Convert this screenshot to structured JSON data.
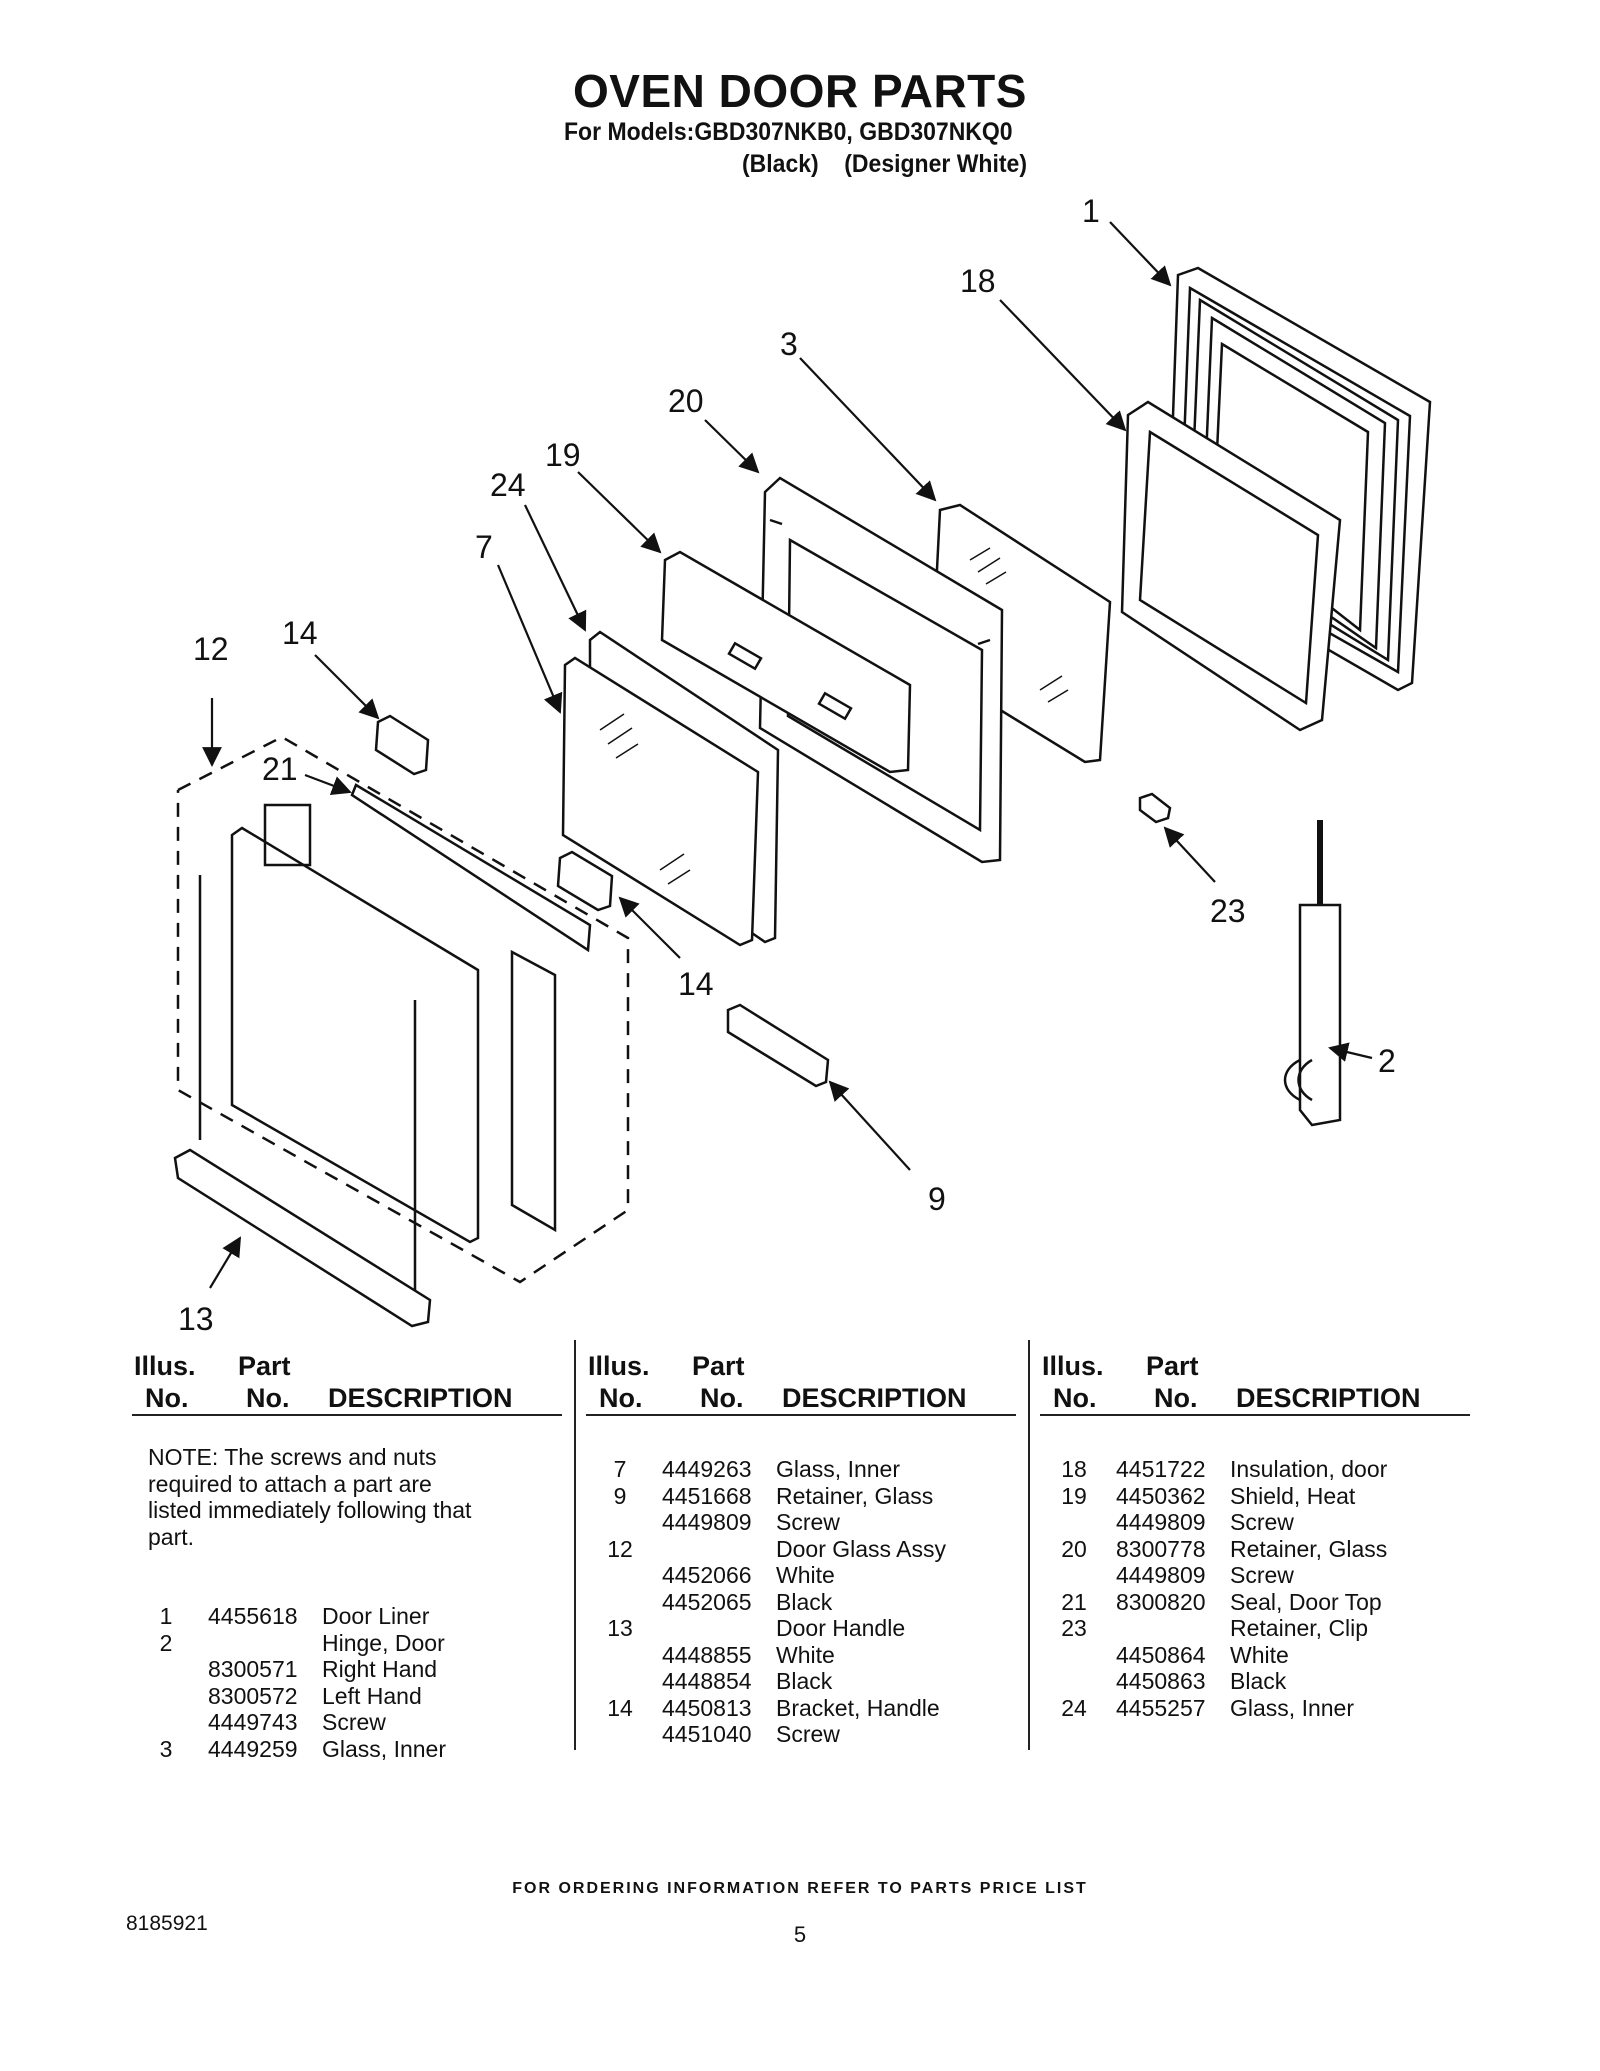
{
  "header": {
    "title": "OVEN DOOR PARTS",
    "models_line": "For Models:GBD307NKB0, GBD307NKQ0",
    "variants_line": "(Black)    (Designer White)"
  },
  "diagram": {
    "callouts": [
      "1",
      "18",
      "3",
      "20",
      "19",
      "24",
      "7",
      "12",
      "14",
      "21",
      "14",
      "23",
      "2",
      "9",
      "13"
    ]
  },
  "table": {
    "headers": {
      "illus_line1": "Illus.",
      "illus_line2": "No.",
      "part_line1": "Part",
      "part_line2": "No.",
      "description": "DESCRIPTION"
    },
    "note": "NOTE: The screws and nuts required to attach a part are listed immediately following that part.",
    "columns": [
      [
        {
          "illus": "1",
          "part": "4455618",
          "desc": "Door Liner"
        },
        {
          "illus": "2",
          "part": "",
          "desc": "Hinge, Door"
        },
        {
          "illus": "",
          "part": "8300571",
          "desc": "Right Hand"
        },
        {
          "illus": "",
          "part": "8300572",
          "desc": "Left Hand"
        },
        {
          "illus": "",
          "part": "4449743",
          "desc": "Screw"
        },
        {
          "illus": "3",
          "part": "4449259",
          "desc": "Glass, Inner"
        }
      ],
      [
        {
          "illus": "7",
          "part": "4449263",
          "desc": "Glass, Inner"
        },
        {
          "illus": "9",
          "part": "4451668",
          "desc": "Retainer, Glass"
        },
        {
          "illus": "",
          "part": "4449809",
          "desc": "Screw"
        },
        {
          "illus": "12",
          "part": "",
          "desc": "Door Glass Assy"
        },
        {
          "illus": "",
          "part": "4452066",
          "desc": "White"
        },
        {
          "illus": "",
          "part": "4452065",
          "desc": "Black"
        },
        {
          "illus": "13",
          "part": "",
          "desc": "Door Handle"
        },
        {
          "illus": "",
          "part": "4448855",
          "desc": "White"
        },
        {
          "illus": "",
          "part": "4448854",
          "desc": "Black"
        },
        {
          "illus": "14",
          "part": "4450813",
          "desc": "Bracket, Handle"
        },
        {
          "illus": "",
          "part": "4451040",
          "desc": "Screw"
        }
      ],
      [
        {
          "illus": "18",
          "part": "4451722",
          "desc": "Insulation, door"
        },
        {
          "illus": "19",
          "part": "4450362",
          "desc": "Shield, Heat"
        },
        {
          "illus": "",
          "part": "4449809",
          "desc": "Screw"
        },
        {
          "illus": "20",
          "part": "8300778",
          "desc": "Retainer, Glass"
        },
        {
          "illus": "",
          "part": "4449809",
          "desc": "Screw"
        },
        {
          "illus": "21",
          "part": "8300820",
          "desc": "Seal, Door Top"
        },
        {
          "illus": "23",
          "part": "",
          "desc": "Retainer, Clip"
        },
        {
          "illus": "",
          "part": "4450864",
          "desc": "White"
        },
        {
          "illus": "",
          "part": "4450863",
          "desc": "Black"
        },
        {
          "illus": "24",
          "part": "4455257",
          "desc": "Glass, Inner"
        }
      ]
    ]
  },
  "footer": {
    "ordering_note": "FOR ORDERING INFORMATION REFER TO PARTS PRICE LIST",
    "document_number": "8185921",
    "page_number": "5"
  }
}
